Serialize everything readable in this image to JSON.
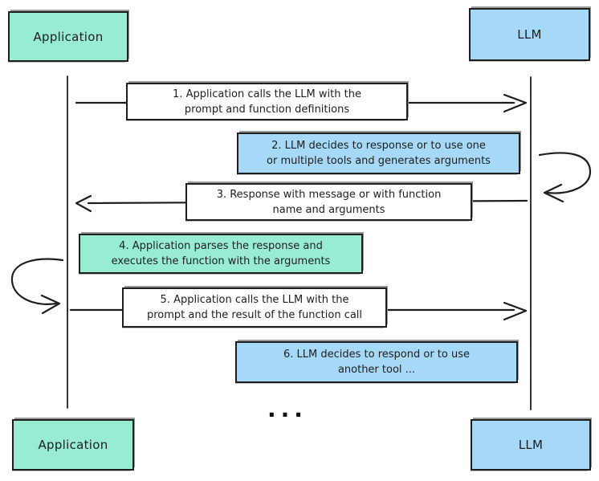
{
  "diagram": {
    "colors": {
      "green": "#98ecd3",
      "blue": "#a6d9f7",
      "white": "#ffffff",
      "stroke": "#1e1e1e",
      "shadow": "#9a9a9a"
    },
    "actors": {
      "app_top": {
        "label": "Application",
        "fill": "green"
      },
      "llm_top": {
        "label": "LLM",
        "fill": "blue"
      },
      "app_bottom": {
        "label": "Application",
        "fill": "green"
      },
      "llm_bottom": {
        "label": "LLM",
        "fill": "blue"
      }
    },
    "messages": [
      {
        "lines": [
          "1. Application calls the LLM with the",
          "prompt and function definitions"
        ],
        "fill": "white"
      },
      {
        "lines": [
          "2. LLM decides to response or to use one",
          "or multiple tools and generates arguments"
        ],
        "fill": "blue"
      },
      {
        "lines": [
          "3. Response with message or with function",
          "name and arguments"
        ],
        "fill": "white"
      },
      {
        "lines": [
          "4. Application parses the response and",
          "executes the function with the arguments"
        ],
        "fill": "green"
      },
      {
        "lines": [
          "5. Application calls the LLM with the",
          "prompt and the result of the function call"
        ],
        "fill": "white"
      },
      {
        "lines": [
          "6. LLM decides to respond or to use",
          "another tool ..."
        ],
        "fill": "blue"
      }
    ],
    "ellipsis": "..."
  }
}
